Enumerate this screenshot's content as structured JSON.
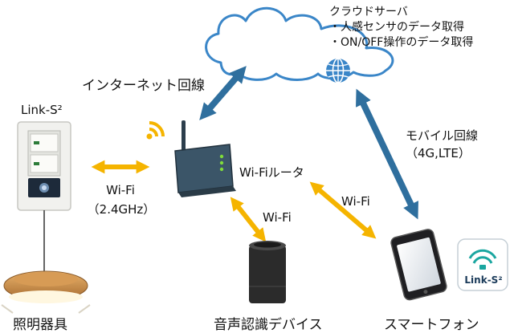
{
  "cloud": {
    "title": "クラウドサーバ",
    "items": [
      "・人感センサのデータ取得",
      "・ON/OFF操作のデータ取得"
    ],
    "icon": "globe-icon"
  },
  "links": {
    "internet": "インターネット回線",
    "mobile": {
      "line1": "モバイル回線",
      "line2": "（4G,LTE）"
    },
    "switch_router": {
      "line1": "Wi-Fi",
      "line2": "（2.4GHz）"
    },
    "router_speaker": "Wi-Fi",
    "router_phone": "Wi-Fi"
  },
  "devices": {
    "switch": {
      "label": "Link-S²"
    },
    "router": {
      "label": "Wi-Fiルータ"
    },
    "light": {
      "label": "照明器具"
    },
    "speaker": {
      "label": "音声認識デバイス"
    },
    "phone": {
      "label": "スマートフォン"
    },
    "app_icon": {
      "label": "Link-S²"
    }
  },
  "colors": {
    "wifi_arrow": "#f5b400",
    "net_arrow": "#2f6f9e",
    "cloud_stroke": "#3a86c8",
    "router_body": "#3b5568",
    "wifi_signal": "#f5b400",
    "app_accent": "#1aa6a0"
  }
}
